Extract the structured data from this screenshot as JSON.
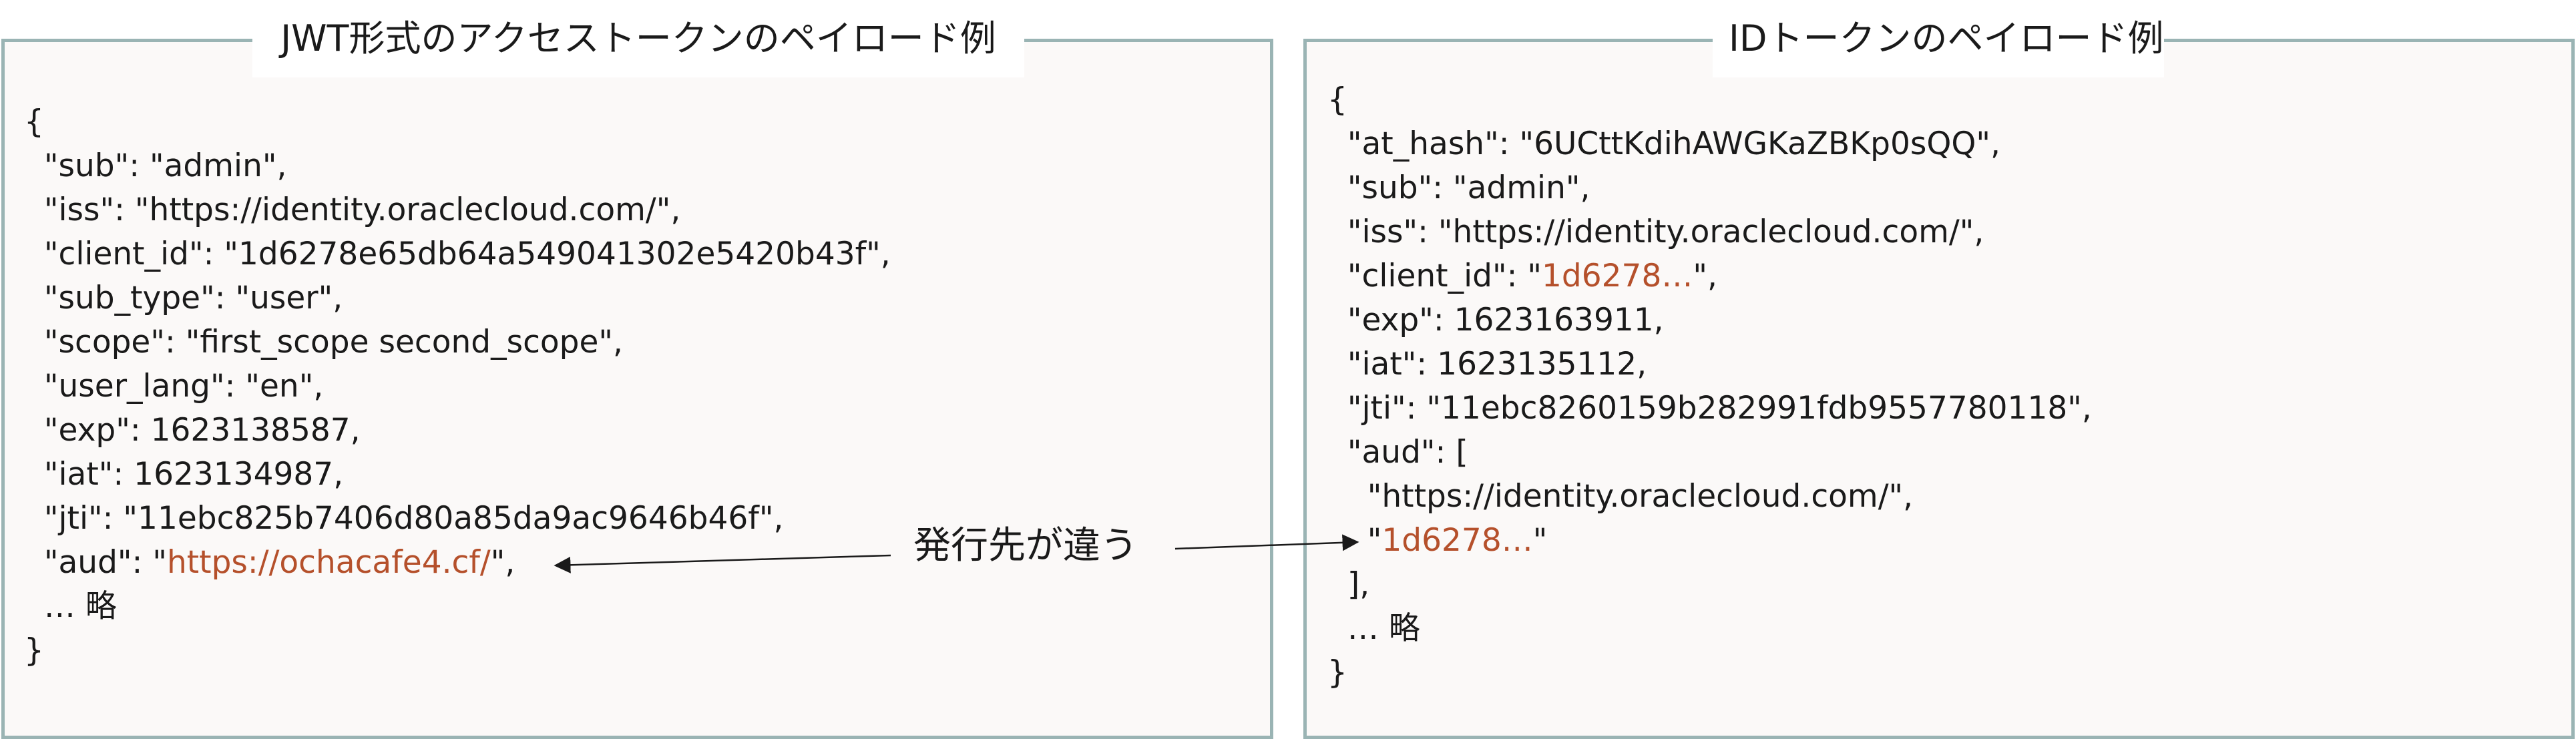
{
  "left_panel": {
    "title": "JWT形式のアクセストークンのペイロード例",
    "lines": [
      {
        "text": "{"
      },
      {
        "text": "  \"sub\": \"admin\","
      },
      {
        "text": "  \"iss\": \"https://identity.oraclecloud.com/\","
      },
      {
        "text": "  \"client_id\": \"1d6278e65db64a549041302e5420b43f\","
      },
      {
        "text": "  \"sub_type\": \"user\","
      },
      {
        "text": "  \"scope\": \"first_scope second_scope\","
      },
      {
        "text": "  \"user_lang\": \"en\","
      },
      {
        "text": "  \"exp\": 1623138587,"
      },
      {
        "text": "  \"iat\": 1623134987,"
      },
      {
        "text": "  \"jti\": \"11ebc825b7406d80a85da9ac9646b46f\","
      },
      {
        "pre": "  \"aud\": \"",
        "hl": "https://ochacafe4.cf/",
        "post": "\","
      },
      {
        "text": "  … 略"
      },
      {
        "text": "}"
      }
    ]
  },
  "right_panel": {
    "title": "IDトークンのペイロード例",
    "lines": [
      {
        "text": "{"
      },
      {
        "text": "  \"at_hash\": \"6UCttKdihAWGKaZBKp0sQQ\","
      },
      {
        "text": "  \"sub\": \"admin\","
      },
      {
        "text": "  \"iss\": \"https://identity.oraclecloud.com/\","
      },
      {
        "pre": "  \"client_id\": \"",
        "hl": "1d6278…",
        "post": "\","
      },
      {
        "text": "  \"exp\": 1623163911,"
      },
      {
        "text": "  \"iat\": 1623135112,"
      },
      {
        "text": "  \"jti\": \"11ebc8260159b282991fdb9557780118\","
      },
      {
        "text": "  \"aud\": ["
      },
      {
        "text": "    \"https://identity.oraclecloud.com/\","
      },
      {
        "pre": "    \"",
        "hl": "1d6278…",
        "post": "\""
      },
      {
        "text": "  ],"
      },
      {
        "text": "  … 略"
      },
      {
        "text": "}"
      }
    ]
  },
  "annotation": {
    "label": "発行先が違う"
  },
  "colors": {
    "highlight": "#b5502b",
    "panel_border": "#9ab4b4",
    "panel_fill": "#fbf9f8"
  }
}
